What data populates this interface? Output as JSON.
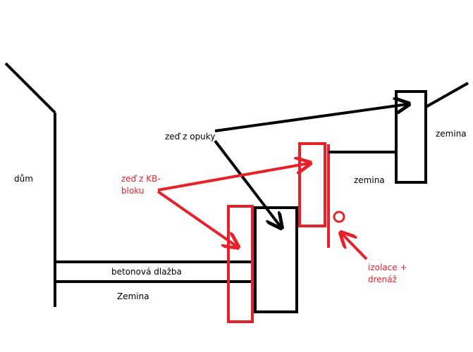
{
  "colors": {
    "line": "#000000",
    "accent": "#e8202a",
    "background": "#ffffff"
  },
  "labels": {
    "dum": "dům",
    "betonova_dlazba": "betonová dlažba",
    "zemina_bottom": "Zemina",
    "zed_opuky": "zeď z opuky",
    "zed_kb_line1": "zeď z KB-",
    "zed_kb_line2": "bloku",
    "zemina_middle": "zemina",
    "zemina_right": "zemina",
    "izolace_line1": "izolace +",
    "izolace_line2": "drenáž"
  }
}
